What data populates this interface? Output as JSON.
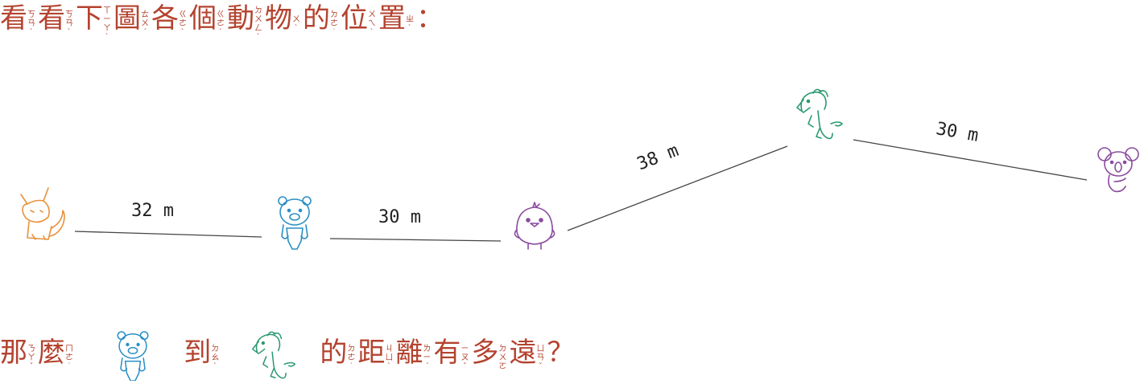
{
  "title": {
    "chars": [
      {
        "c": "看",
        "z": "ㄎㄢˋ"
      },
      {
        "c": "看",
        "z": "ㄎㄢˋ"
      },
      {
        "c": "下",
        "z": "ㄒㄧㄚˋ"
      },
      {
        "c": "圖",
        "z": "ㄊㄨˊ"
      },
      {
        "c": "各",
        "z": "ㄍㄜˋ"
      },
      {
        "c": "個",
        "z": "ㄍㄜˋ"
      },
      {
        "c": "動",
        "z": "ㄉㄨㄥˋ"
      },
      {
        "c": "物",
        "z": "ㄨˋ"
      },
      {
        "c": "的",
        "z": "ㄉㄜ˙"
      },
      {
        "c": "位",
        "z": "ㄨㄟˋ"
      },
      {
        "c": "置",
        "z": "ㄓˋ"
      },
      {
        "c": "：",
        "z": ""
      }
    ]
  },
  "animals": [
    {
      "name": "fox",
      "color": "#e8913d"
    },
    {
      "name": "bear",
      "color": "#2b8fc4"
    },
    {
      "name": "chick",
      "color": "#8a4b9e"
    },
    {
      "name": "horse",
      "color": "#2a9a6f"
    },
    {
      "name": "koala",
      "color": "#8a4b9e"
    }
  ],
  "distances": [
    {
      "from": "fox",
      "to": "bear",
      "label": "32 m"
    },
    {
      "from": "bear",
      "to": "chick",
      "label": "30 m"
    },
    {
      "from": "chick",
      "to": "horse",
      "label": "38 m"
    },
    {
      "from": "horse",
      "to": "koala",
      "label": "30 m"
    }
  ],
  "question": {
    "part1": [
      {
        "c": "那",
        "z": "ㄋㄚˇ"
      },
      {
        "c": "麼",
        "z": "ㄇㄜ˙"
      }
    ],
    "icon1": "bear-icon",
    "part2": [
      {
        "c": "到",
        "z": "ㄉㄠˋ"
      }
    ],
    "icon2": "horse-icon",
    "part3": [
      {
        "c": "的",
        "z": "ㄉㄜ˙"
      },
      {
        "c": "距",
        "z": "ㄐㄩˋ"
      },
      {
        "c": "離",
        "z": "ㄌㄧˊ"
      },
      {
        "c": "有",
        "z": "ㄧㄡˇ"
      },
      {
        "c": "多",
        "z": "ㄉㄨㄛ"
      },
      {
        "c": "遠",
        "z": "ㄩㄢˇ"
      },
      {
        "c": "？",
        "z": ""
      }
    ]
  }
}
